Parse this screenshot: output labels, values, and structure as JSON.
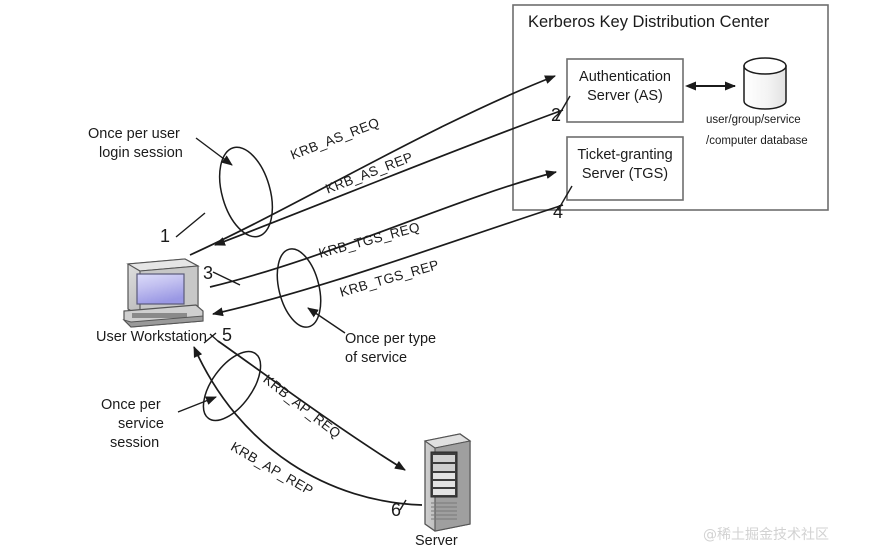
{
  "diagram": {
    "title": "Kerberos Key Distribution Center",
    "kdc": {
      "title": "Kerberos Key Distribution Center",
      "as_line1": "Authentication",
      "as_line2": "Server (AS)",
      "tgs_line1": "Ticket-granting",
      "tgs_line2": "Server (TGS)",
      "db_line1": "user/group/service",
      "db_line2": "/computer database",
      "db_icon": "database-cylinder-icon"
    },
    "nodes": {
      "workstation_label": "User Workstation",
      "workstation_icon": "desktop-computer-icon",
      "server_label": "Server",
      "server_icon": "server-tower-icon"
    },
    "annotations": [
      {
        "id": "once-per-user-login",
        "line1": "Once per user",
        "line2": "login session"
      },
      {
        "id": "once-per-type-of-service",
        "line1": "Once per type",
        "line2": "of service"
      },
      {
        "id": "once-per-service-session",
        "line1": "Once per",
        "line2": "service",
        "line3": "session"
      }
    ],
    "messages": [
      {
        "id": "krb-as-req",
        "label": "KRB_AS_REQ"
      },
      {
        "id": "krb-as-rep",
        "label": "KRB_AS_REP"
      },
      {
        "id": "krb-tgs-req",
        "label": "KRB_TGS_REQ"
      },
      {
        "id": "krb-tgs-rep",
        "label": "KRB_TGS_REP"
      },
      {
        "id": "krb-ap-req",
        "label": "KRB_AP_REQ"
      },
      {
        "id": "krb-ap-rep",
        "label": "KRB_AP_REP"
      }
    ],
    "step_numbers": [
      "1",
      "2",
      "3",
      "4",
      "5",
      "6"
    ],
    "colors": {
      "stroke": "#1b1b1b",
      "box_border": "#6e6e6e",
      "background": "#ffffff",
      "screen_top": "#c9c8f2",
      "screen_bottom": "#9c9ae6",
      "case_light": "#d6d6d6",
      "case_mid": "#a8a8a8",
      "case_dark": "#6f6f6f",
      "watermark": "#d2d2d2"
    }
  },
  "watermark": {
    "text": "@稀土掘金技术社区"
  }
}
